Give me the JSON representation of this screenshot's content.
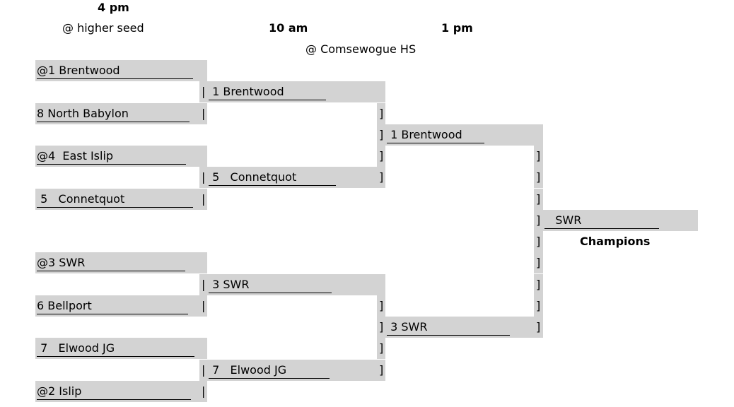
{
  "headers": {
    "round1_time": "4 pm",
    "round1_location": "@ higher seed",
    "round2_time": "10 am",
    "round3_time": "1 pm",
    "later_rounds_location": "@ Comsewogue HS"
  },
  "round1": [
    "@1 Brentwood",
    "8 North Babylon",
    "@4  East Islip",
    " 5   Connetquot",
    "@3 SWR",
    "6 Bellport",
    " 7   Elwood JG",
    "@2 Islip"
  ],
  "round2": [
    " 1 Brentwood",
    " 5   Connetquot",
    " 3 SWR",
    " 7   Elwood JG"
  ],
  "round3": [
    " 1 Brentwood",
    " 3 SWR"
  ],
  "final": {
    "winner": "   SWR",
    "label": "Champions"
  },
  "separators": {
    "pipe": "|",
    "bracket": "]"
  },
  "colors": {
    "box": "#d3d3d3"
  }
}
